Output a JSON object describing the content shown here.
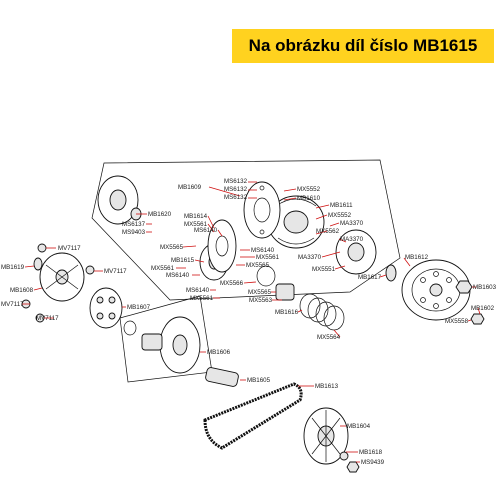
{
  "banner": {
    "text": "Na obrázku díl číslo MB1615",
    "color": "#FFD21F"
  },
  "labels": {
    "mb1609": "MB1609",
    "ms6132_a": "MS6132",
    "ms6132_b": "MS6132",
    "ms6132_c": "MS6132",
    "mx5552_a": "MX5552",
    "mb1610": "MB1610",
    "mb1611": "MB1611",
    "mx5552_b": "MX5552",
    "ma3370_a": "MA3370",
    "mx5562": "MX5562",
    "ma3370_b": "MA3370",
    "ma3370_c": "MA3370",
    "mx5551": "MX5551",
    "mb1617": "MB1617",
    "mb1612": "MB1612",
    "mb1620": "MB1620",
    "ms6137": "MS6137",
    "ms9403": "MS9403",
    "mb1614": "MB1614",
    "mx5561_a": "MX5561",
    "ms6140_a": "MS6140",
    "mx5565_a": "MX5565",
    "ms6140_b": "MS6140",
    "mx5561_b": "MX5561",
    "mb1615": "MB1615",
    "mx5565_b": "MX5565",
    "mx5561_c": "MX5561",
    "ms6140_c": "MS6140",
    "mx5566": "MX5566",
    "mx5565_c": "MX5565",
    "ms6140_d": "MS6140",
    "mx5561_d": "MX5561",
    "mx5563": "MX5563",
    "mb1616": "MB1616",
    "mx5564": "MX5564",
    "mb1603": "MB1603",
    "mb1602": "MB1602",
    "mx5558": "MX5558",
    "mv7117_a": "MV7117",
    "mb1619": "MB1619",
    "mv7117_b": "MV7117",
    "mb1608": "MB1608",
    "mb1607": "MB1607",
    "mv7117_c": "MV7117",
    "mv7117_d": "MV7117",
    "mb1606": "MB1606",
    "mb1605": "MB1605",
    "mb1613": "MB1613",
    "mb1604": "MB1604",
    "mb1618": "MB1618",
    "ms9439": "MS9439"
  }
}
